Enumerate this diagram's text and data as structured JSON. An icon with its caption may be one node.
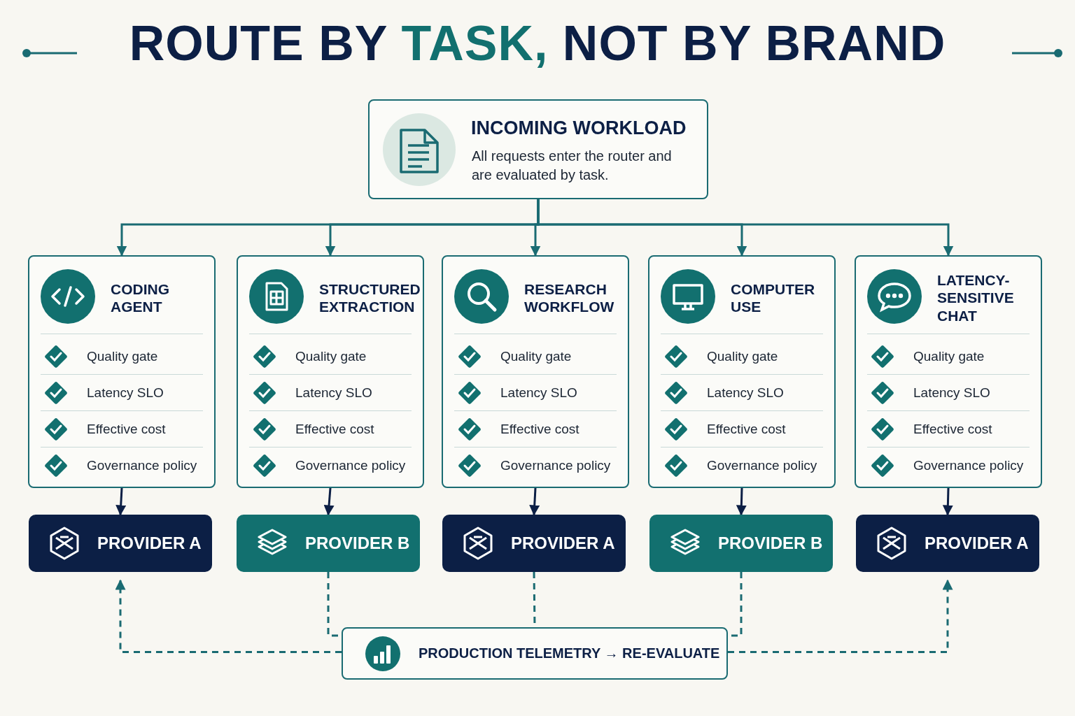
{
  "diagram": {
    "title": "ROUTE BY **TASK,** NOT BY BRAND",
    "nodes": [
      {
        "text": [
          "INCOMING WORKLOAD",
          "All requests enter the router and are evaluated by task."
        ]
      },
      {
        "text": [
          "CODING AGENT",
          "Quality gate",
          "Latency SLO",
          "Effective cost",
          "Governance policy"
        ]
      },
      {
        "text": [
          "STRUCTURED EXTRACTION",
          "Quality gate",
          "Latency SLO",
          "Effective cost",
          "Governance policy"
        ]
      },
      {
        "text": [
          "RESEARCH WORKFLOW",
          "Quality gate",
          "Latency SLO",
          "Effective cost",
          "Governance policy"
        ]
      },
      {
        "text": [
          "COMPUTER USE",
          "Quality gate",
          "Latency SLO",
          "Effective cost",
          "Governance policy"
        ]
      },
      {
        "text": [
          "LATENCY-SENSITIVE CHAT",
          "Quality gate",
          "Latency SLO",
          "Effective cost",
          "Governance policy"
        ]
      },
      {
        "text": [
          "PROVIDER A"
        ]
      },
      {
        "text": [
          "PROVIDER B"
        ]
      },
      {
        "text": [
          "PROVIDER A"
        ]
      },
      {
        "text": [
          "PROVIDER B"
        ]
      },
      {
        "text": [
          "PROVIDER A"
        ]
      },
      {
        "text": [
          "PRODUCTION TELEMETRY → RE-EVALUATE"
        ]
      }
    ],
    "edges": [
      {
        "from": 0,
        "to": 1,
        "arrow": "to"
      },
      {
        "from": 0,
        "to": 2,
        "arrow": "to"
      },
      {
        "from": 0,
        "to": 3,
        "arrow": "to"
      },
      {
        "from": 0,
        "to": 4,
        "arrow": "to"
      },
      {
        "from": 0,
        "to": 5,
        "arrow": "to"
      },
      {
        "from": 1,
        "to": 6,
        "arrow": "to"
      },
      {
        "from": 2,
        "to": 7,
        "arrow": "to"
      },
      {
        "from": 3,
        "to": 8,
        "arrow": "to"
      },
      {
        "from": 4,
        "to": 9,
        "arrow": "to"
      },
      {
        "from": 5,
        "to": 10,
        "arrow": "to"
      },
      {
        "from": 11,
        "to": 6,
        "arrow": "to",
        "style": "dashed"
      },
      {
        "from": 7,
        "to": 11,
        "arrow": "none",
        "style": "dashed"
      },
      {
        "from": 8,
        "to": 11,
        "arrow": "none",
        "style": "dashed"
      },
      {
        "from": 9,
        "to": 11,
        "arrow": "none",
        "style": "dashed"
      },
      {
        "from": 11,
        "to": 10,
        "arrow": "to",
        "style": "dashed"
      }
    ]
  }
}
